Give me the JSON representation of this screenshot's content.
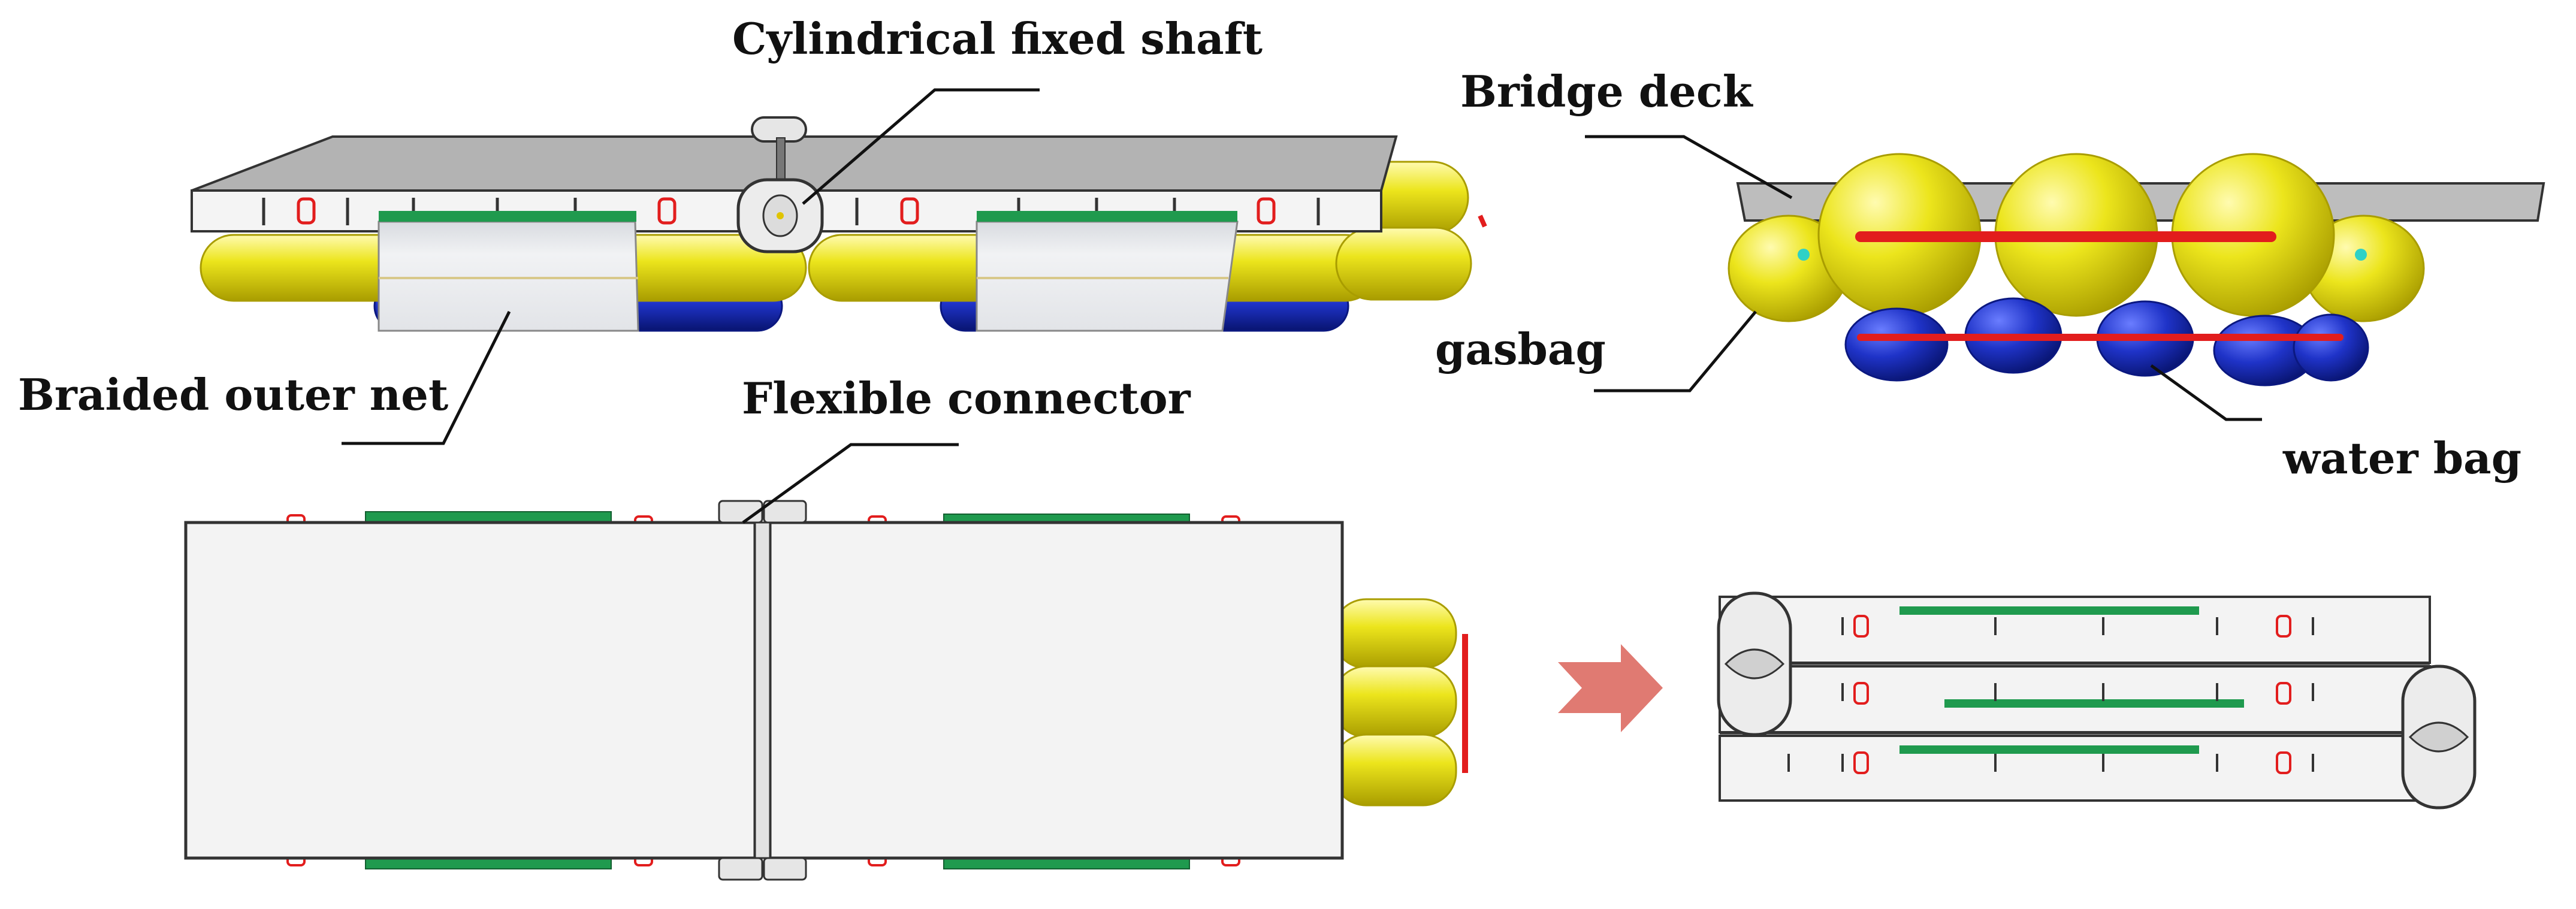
{
  "labels": {
    "cylindrical_fixed_shaft": "Cylindrical fixed shaft",
    "bridge_deck": "Bridge deck",
    "gasbag": "gasbag",
    "braided_outer_net": "Braided outer net",
    "flexible_connector": "Flexible connector",
    "water_bag": "water bag"
  },
  "colors": {
    "gasbag": "#ece51c",
    "gasbag_shade": "#b7ab00",
    "water_bag": "#1f33c8",
    "water_bag_shade": "#0b1880",
    "deck_top": "#b8b8b8",
    "deck_side": "#f3f3f3",
    "net": "#e9ebee",
    "strap": "#1f9a4e",
    "tie_rod": "#e21d1d",
    "arrow": "#e07a72",
    "outline": "#333333"
  }
}
